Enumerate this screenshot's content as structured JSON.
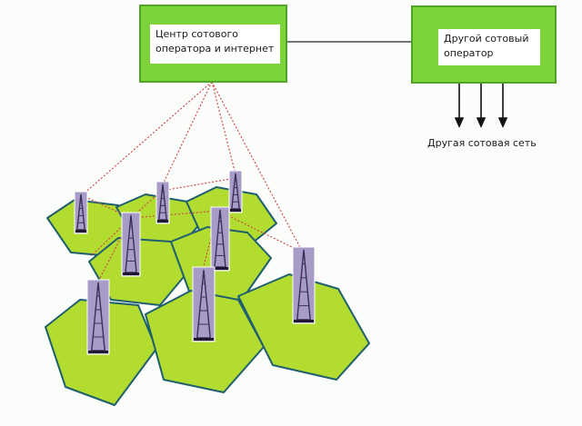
{
  "operator_center": {
    "label": "Центр сотового оператора и интернет"
  },
  "other_operator": {
    "label": "Другой сотовый оператор"
  },
  "other_network": {
    "label": "Другая сотовая сеть"
  },
  "colors": {
    "cell_fill": "#b2dc2f",
    "cell_stroke": "#1f5f6e",
    "box_fill": "#7dd33a",
    "box_border": "#4fa524",
    "link_line": "#d04a4a",
    "tower": "#6b5b8e"
  }
}
